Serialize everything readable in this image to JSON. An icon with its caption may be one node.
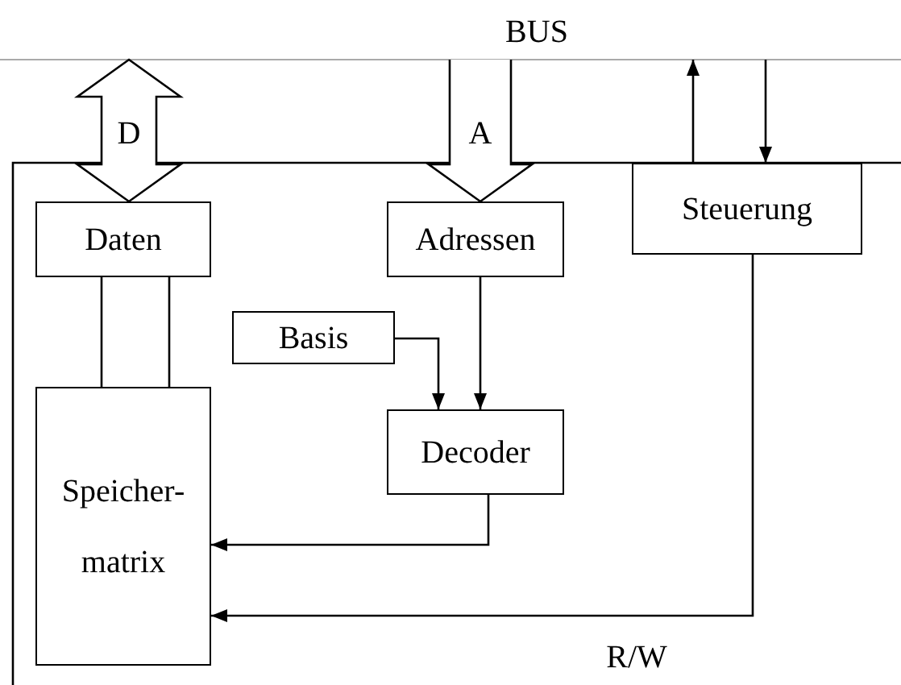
{
  "diagram": {
    "nodes": [
      {
        "text": [
          "Daten"
        ]
      },
      {
        "text": [
          "Adressen"
        ]
      },
      {
        "text": [
          "Steuerung"
        ]
      },
      {
        "text": [
          "Basis"
        ]
      },
      {
        "text": [
          "Decoder"
        ]
      },
      {
        "text": [
          "Speicher- matrix"
        ]
      }
    ],
    "edges": [
      {
        "from": null,
        "to": 0,
        "arrow": "both",
        "label": "D",
        "style": "thick"
      },
      {
        "from": null,
        "to": 1,
        "arrow": "to",
        "label": "A",
        "style": "thick"
      },
      {
        "from": 2,
        "to": null,
        "arrow": "to"
      },
      {
        "from": null,
        "to": 2,
        "arrow": "to"
      },
      {
        "from": 0,
        "to": 5,
        "arrow": "none"
      },
      {
        "from": 0,
        "to": 5,
        "arrow": "none"
      },
      {
        "from": 3,
        "to": 4,
        "arrow": "to"
      },
      {
        "from": 1,
        "to": 4,
        "arrow": "to"
      },
      {
        "from": 4,
        "to": 5,
        "arrow": "to"
      },
      {
        "from": 2,
        "to": 5,
        "arrow": "to",
        "label": "R/W"
      }
    ],
    "labels": [
      "BUS"
    ]
  }
}
